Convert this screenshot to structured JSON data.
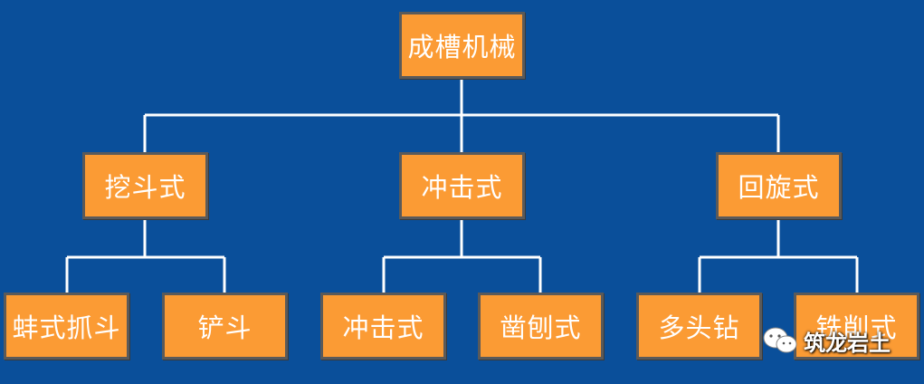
{
  "colors": {
    "background": "#0a4f9a",
    "node_fill": "#fb9b34",
    "node_border": "#5a5a5a",
    "connector": "#ffffff",
    "text": "#ffffff"
  },
  "root": {
    "label": "成槽机械"
  },
  "categories": [
    {
      "label": "挖斗式",
      "children": [
        "蚌式抓斗",
        "铲斗"
      ]
    },
    {
      "label": "冲击式",
      "children": [
        "冲击式",
        "凿刨式"
      ]
    },
    {
      "label": "回旋式",
      "children": [
        "多头钻",
        "铣削式"
      ]
    }
  ],
  "watermark": {
    "text": "筑龙岩土",
    "icon": "wechat-icon"
  }
}
